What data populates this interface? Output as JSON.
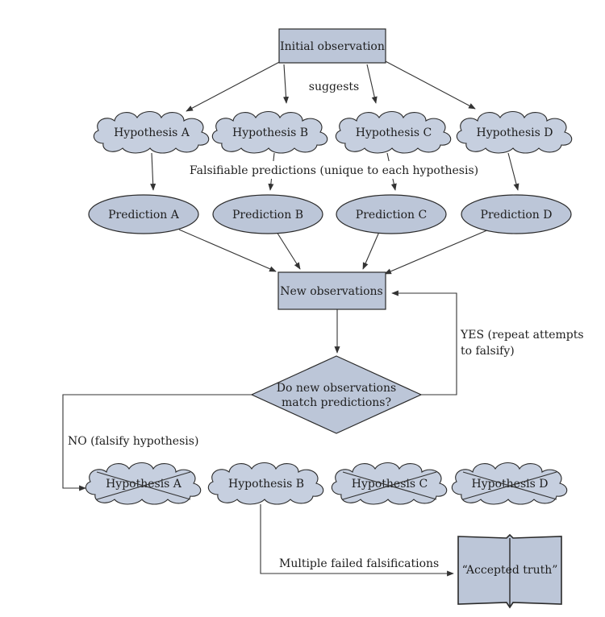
{
  "top": {
    "initial_observation": "Initial observation",
    "suggests": "suggests"
  },
  "hypotheses": [
    "Hypothesis A",
    "Hypothesis B",
    "Hypothesis C",
    "Hypothesis D"
  ],
  "falsifiable_label": "Falsifiable predictions (unique to each hypothesis)",
  "predictions": [
    "Prediction A",
    "Prediction B",
    "Prediction C",
    "Prediction D"
  ],
  "new_observations": "New observations",
  "decision": {
    "line1": "Do new observations",
    "line2": "match predictions?"
  },
  "yes_label": {
    "line1": "YES (repeat attempts",
    "line2": "to falsify)"
  },
  "no_label": "NO (falsify hypothesis)",
  "outcome_hypotheses": [
    {
      "label": "Hypothesis A",
      "falsified": true
    },
    {
      "label": "Hypothesis B",
      "falsified": false
    },
    {
      "label": "Hypothesis C",
      "falsified": true
    },
    {
      "label": "Hypothesis D",
      "falsified": true
    }
  ],
  "multiple_failed": "Multiple failed falsifications",
  "accepted_truth": "“Accepted truth”",
  "colors": {
    "shape_fill": "#bcc6d8",
    "cloud_fill": "#c6cfdf",
    "stroke": "#2a2a2a"
  }
}
